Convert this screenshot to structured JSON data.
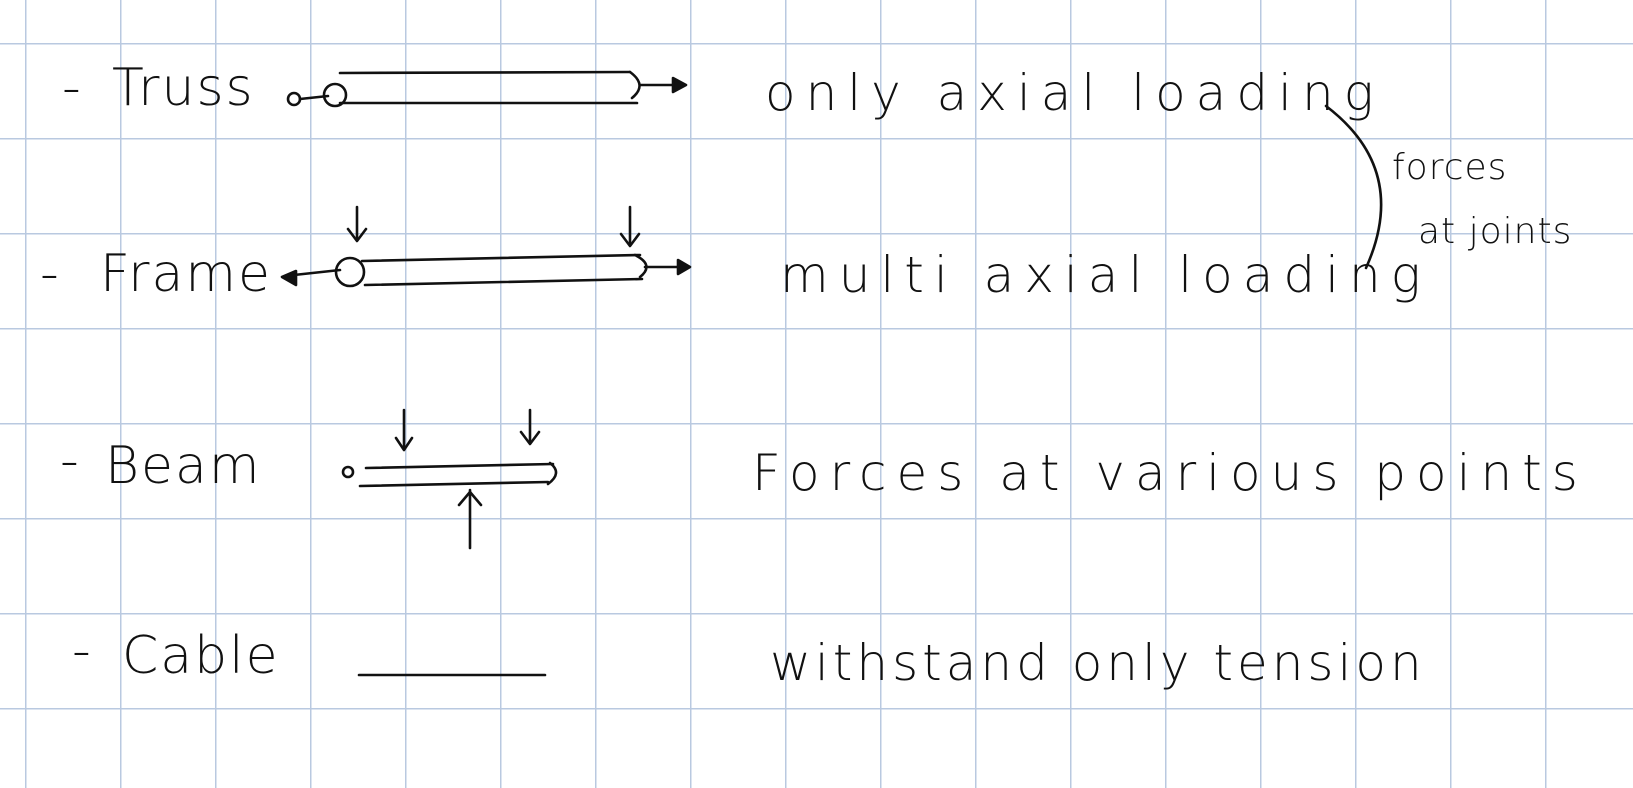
{
  "rows": [
    {
      "label": "Truss",
      "description": "only axial loading"
    },
    {
      "label": "Frame",
      "description": "multi axial loading"
    },
    {
      "label": "Beam",
      "description": "Forces at various points"
    },
    {
      "label": "Cable",
      "description": "withstand only tension"
    }
  ],
  "note": {
    "line1": "forces",
    "line2": "at joints"
  },
  "bullet": "-",
  "colors": {
    "ink": "#111111",
    "grid": "#b9c9e0",
    "paper": "#ffffff"
  }
}
